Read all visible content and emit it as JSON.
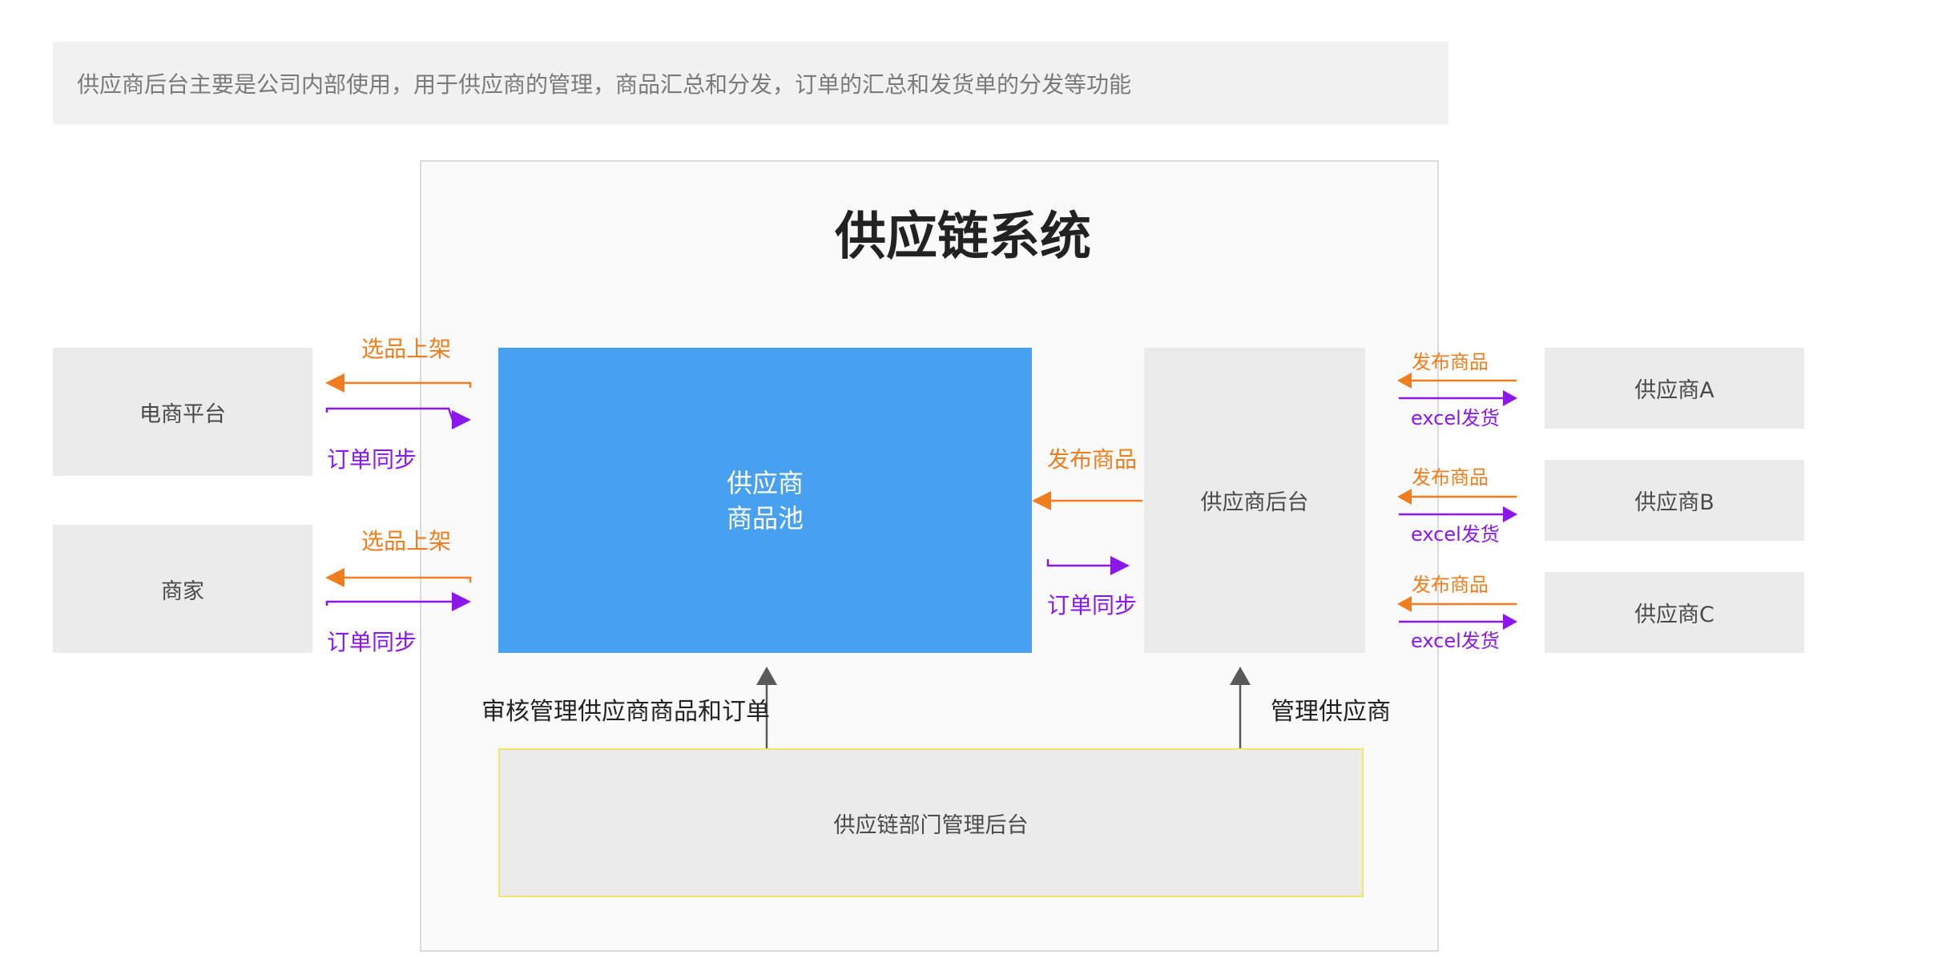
{
  "note": "供应商后台主要是公司内部使用，用于供应商的管理，商品汇总和分发，订单的汇总和发货单的分发等功能",
  "title": "供应链系统",
  "nodes": {
    "ecommerce": "电商平台",
    "merchant": "商家",
    "pool_line1": "供应商",
    "pool_line2": "商品池",
    "supplier_backend": "供应商后台",
    "supplier_a": "供应商A",
    "supplier_b": "供应商B",
    "supplier_c": "供应商C",
    "mgmt": "供应链部门管理后台"
  },
  "labels": {
    "select_listing": "选品上架",
    "order_sync": "订单同步",
    "publish_goods": "发布商品",
    "excel_ship": "excel发货",
    "review_manage": "审核管理供应商商品和订单",
    "manage_suppliers": "管理供应商"
  },
  "colors": {
    "orange": "#f07d1e",
    "purple": "#8b17ea",
    "blue": "#48a0f0",
    "gray_arrow": "#5a5a5a"
  }
}
